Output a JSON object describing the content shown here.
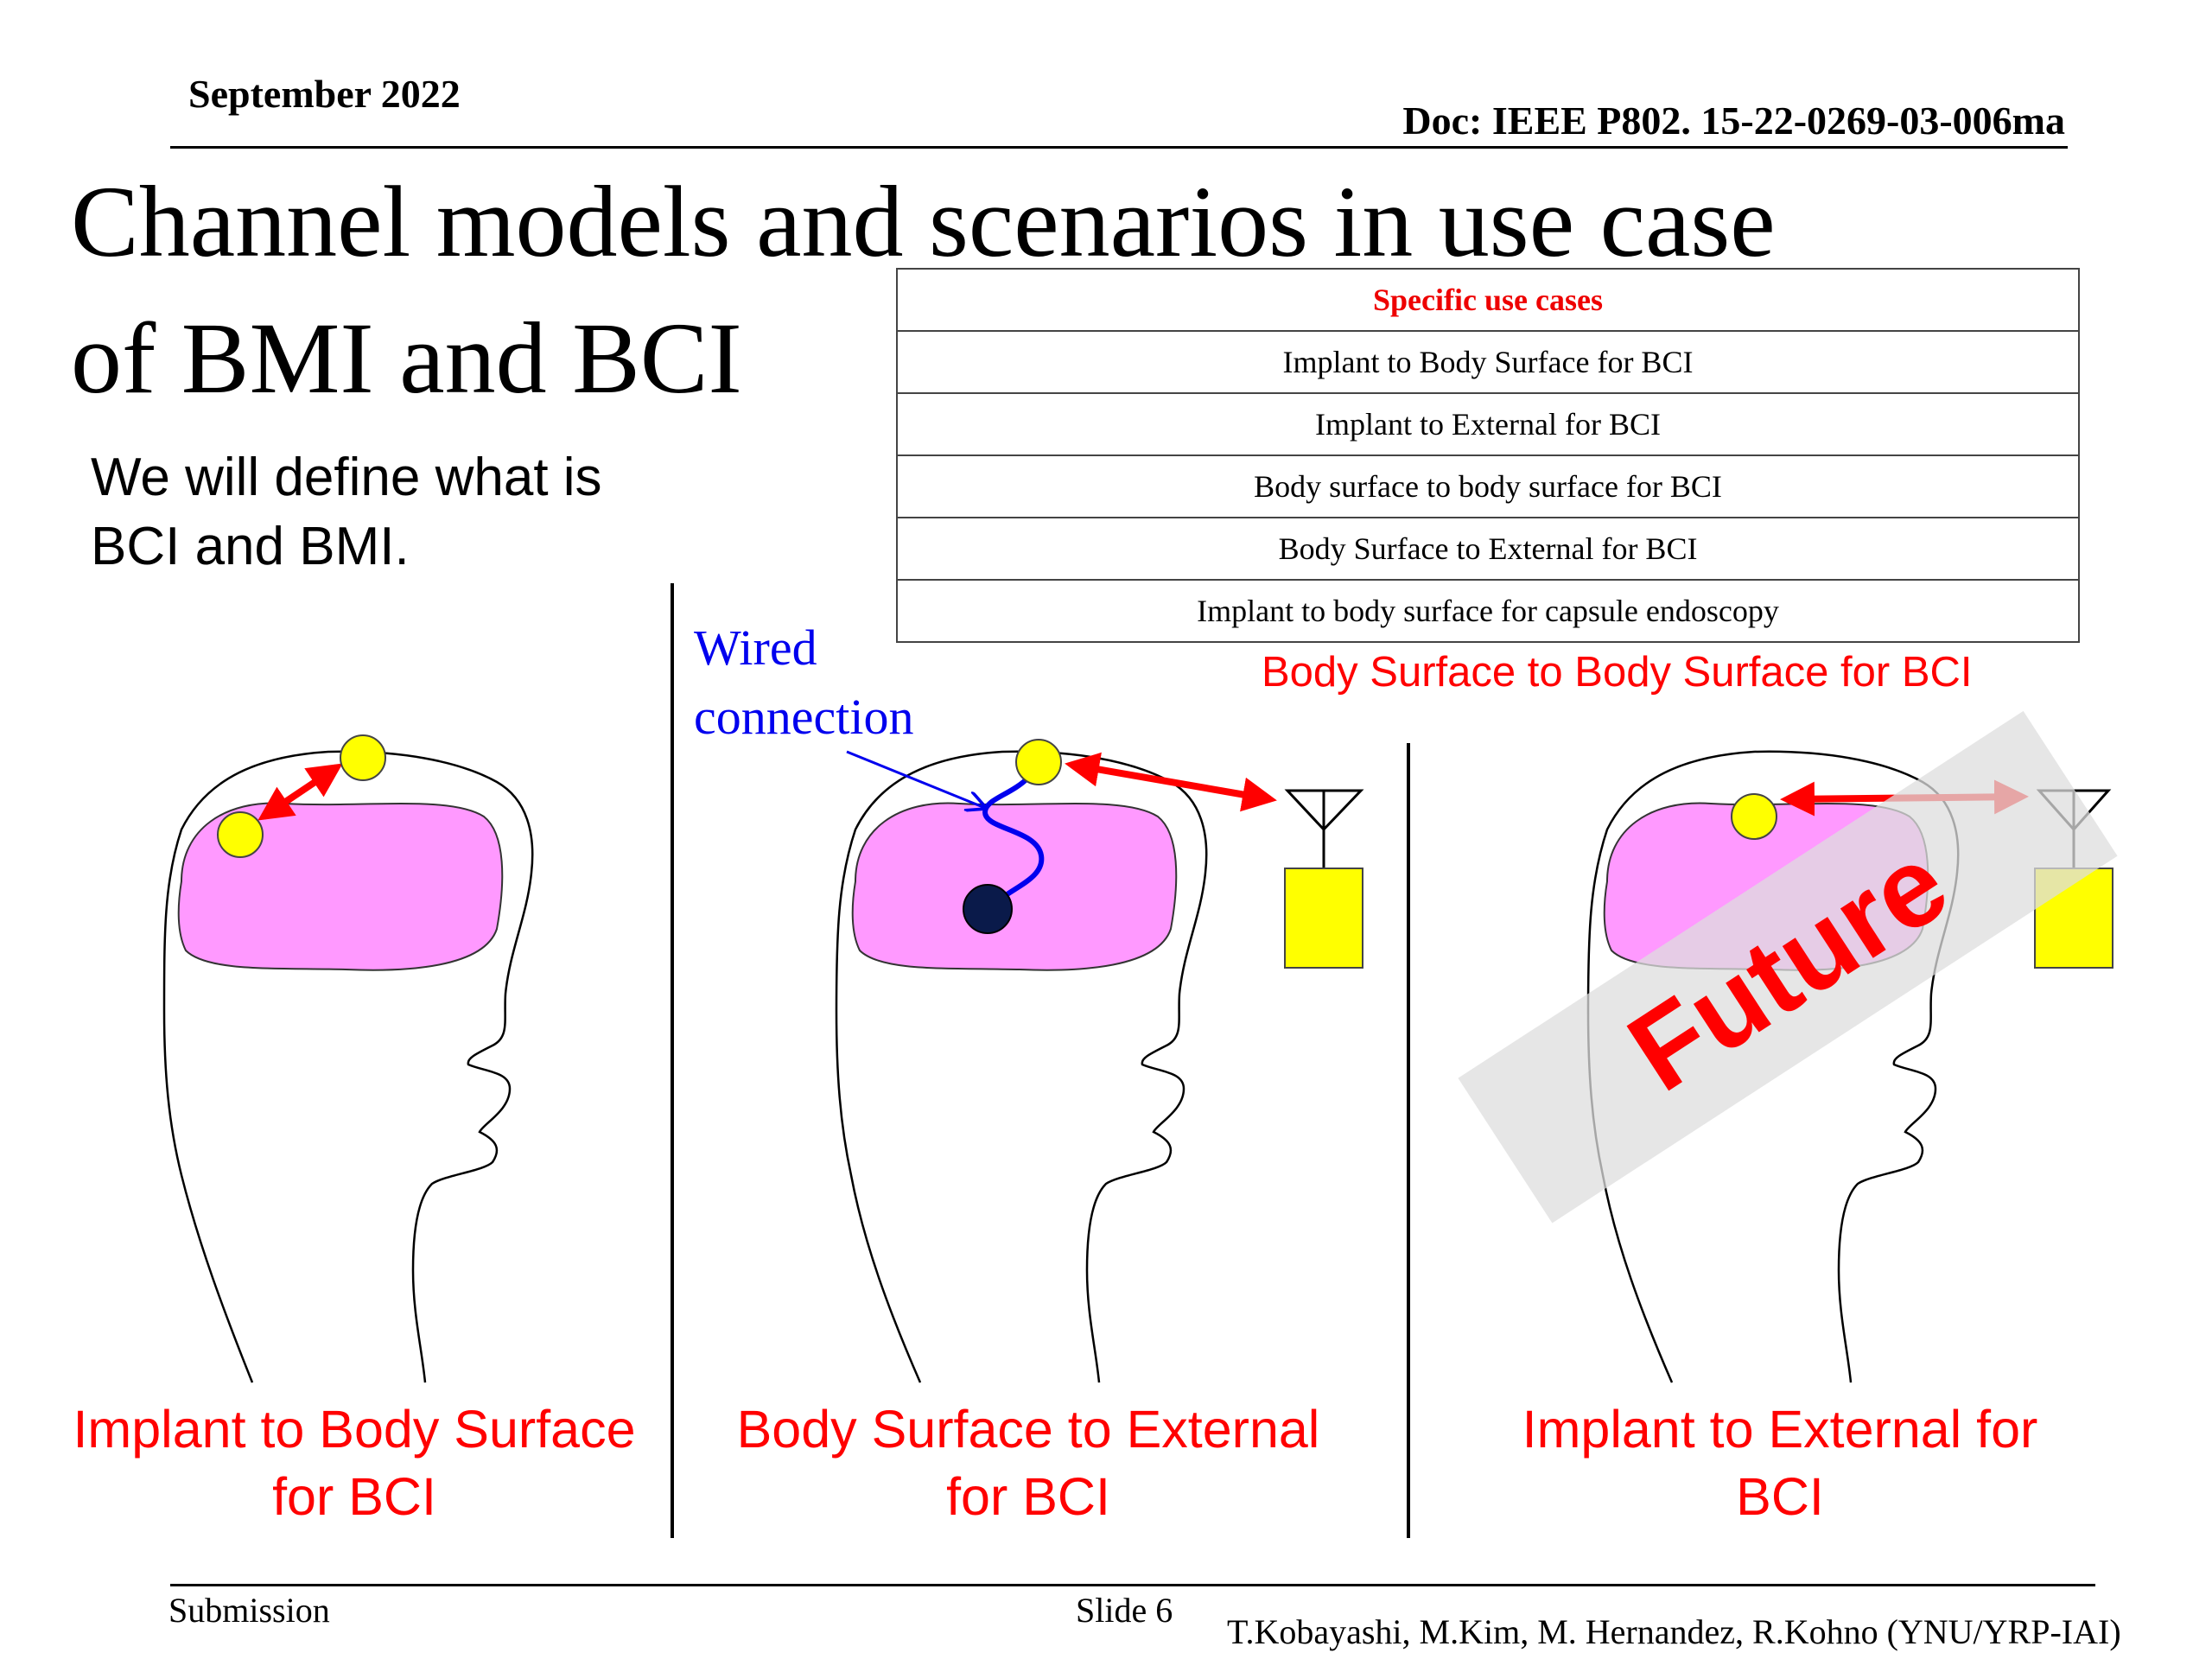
{
  "header": {
    "date": "September 2022",
    "doc_id": "Doc: IEEE P802. 15-22-0269-03-006ma"
  },
  "slide": {
    "title_line1": "Channel models and scenarios in use case",
    "title_line2": "of BMI and BCI",
    "intro_line1": "We will define what is",
    "intro_line2": "BCI and BMI."
  },
  "use_case_table": {
    "header": "Specific use cases",
    "rows": [
      "Implant to Body Surface for BCI",
      "Implant to External for BCI",
      "Body surface to body surface for BCI",
      "Body Surface to External for BCI",
      "Implant to body surface for capsule endoscopy"
    ]
  },
  "figure": {
    "top_label": "Body Surface to Body Surface for BCI",
    "wired_label_line1": "Wired",
    "wired_label_line2": "connection",
    "future_label": "Future",
    "panels": [
      {
        "line1": "Implant to Body Surface",
        "line2": "for BCI"
      },
      {
        "line1": "Body Surface to External",
        "line2": "for BCI"
      },
      {
        "line1": "Implant to External for",
        "line2": "BCI"
      }
    ]
  },
  "footer": {
    "left": "Submission",
    "center": "Slide 6",
    "right": "T.Kobayashi, M.Kim, M. Hernandez, R.Kohno (YNU/YRP-IAI)"
  },
  "colors": {
    "label_red": "#ff0000",
    "wire_blue": "#0000ee",
    "brain_pink": "#ff99ff",
    "electrode_yellow": "#ffff00",
    "implant_navy": "#0a1a4a"
  }
}
